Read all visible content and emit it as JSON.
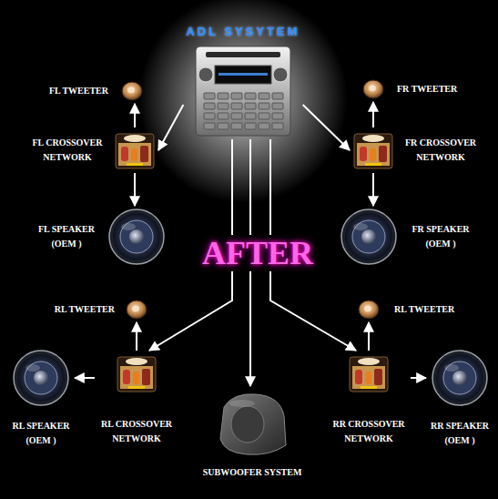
{
  "diagram": {
    "nodes": [
      {
        "text": [
          "ADL SYSYTEM"
        ]
      },
      {
        "text": [
          "FL TWEETER"
        ]
      },
      {
        "text": [
          "FR TWEETER"
        ]
      },
      {
        "text": [
          "FL CROSSOVER NETWORK"
        ]
      },
      {
        "text": [
          "FR CROSSOVER NETWORK"
        ]
      },
      {
        "text": [
          "FL SPEAKER (OEM )"
        ]
      },
      {
        "text": [
          "FR SPEAKER (OEM )"
        ]
      },
      {
        "text": [
          "RL TWEETER"
        ]
      },
      {
        "text": [
          "RL TWEETER"
        ]
      },
      {
        "text": [
          "RL SPEAKER (OEM )"
        ]
      },
      {
        "text": [
          "RL CROSSOVER NETWORK"
        ]
      },
      {
        "text": [
          "RR CROSSOVER NETWORK"
        ]
      },
      {
        "text": [
          "RR SPEAKER (OEM )"
        ]
      },
      {
        "text": [
          "SUBWOOFER SYSTEM"
        ]
      }
    ],
    "edges": [
      {
        "from": 0,
        "to": 3,
        "arrow": "to"
      },
      {
        "from": 0,
        "to": 4,
        "arrow": "to"
      },
      {
        "from": 3,
        "to": 1,
        "arrow": "to"
      },
      {
        "from": 4,
        "to": 2,
        "arrow": "to"
      },
      {
        "from": 3,
        "to": 5,
        "arrow": "to"
      },
      {
        "from": 4,
        "to": 6,
        "arrow": "to"
      },
      {
        "from": 0,
        "to": 10,
        "arrow": "to"
      },
      {
        "from": 0,
        "to": 13,
        "arrow": "to"
      },
      {
        "from": 0,
        "to": 11,
        "arrow": "to"
      },
      {
        "from": 10,
        "to": 7,
        "arrow": "to"
      },
      {
        "from": 10,
        "to": 9,
        "arrow": "to"
      },
      {
        "from": 11,
        "to": 8,
        "arrow": "to"
      },
      {
        "from": 11,
        "to": 12,
        "arrow": "to"
      }
    ],
    "labels": [
      "AFTER"
    ]
  }
}
